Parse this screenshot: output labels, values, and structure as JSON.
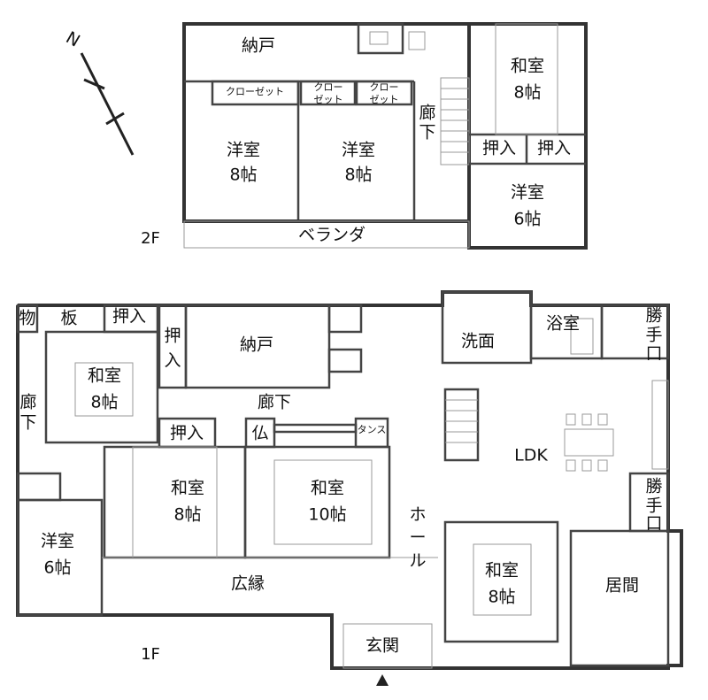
{
  "compass": {
    "label": "N"
  },
  "floor2": {
    "label": "2F",
    "rooms": {
      "nando": "納戸",
      "closet1": "クローゼット",
      "closet2": [
        "クロー",
        "ゼット"
      ],
      "closet3": [
        "クロー",
        "ゼット"
      ],
      "western1": [
        "洋室",
        "8帖"
      ],
      "western2": [
        "洋室",
        "8帖"
      ],
      "corridor": [
        "廊",
        "下"
      ],
      "japanese": [
        "和室",
        "8帖"
      ],
      "oshiire1": "押入",
      "oshiire2": "押入",
      "western3": [
        "洋室",
        "6帖"
      ],
      "veranda": "ベランダ"
    }
  },
  "floor1": {
    "label": "1F",
    "rooms": {
      "mono": "物",
      "ita": "板",
      "oshiire_top": "押入",
      "japanese_nw": [
        "和室",
        "8帖"
      ],
      "oshiire_v": [
        "押",
        "入"
      ],
      "nando": "納戸",
      "corridor_w": [
        "廊",
        "下"
      ],
      "corridor_c": "廊下",
      "oshiire_c": "押入",
      "butsudan": "仏",
      "tansu": "タンス",
      "japanese_c": [
        "和室",
        "8帖"
      ],
      "japanese_10": [
        "和室",
        "10帖"
      ],
      "western": [
        "洋室",
        "6帖"
      ],
      "hiroen": "広縁",
      "hall": [
        "ホ",
        "ー",
        "ル"
      ],
      "genkan": "玄関",
      "senmen": "洗面",
      "bath": "浴室",
      "back_door1": [
        "勝",
        "手",
        "口"
      ],
      "ldk": "LDK",
      "back_door2": [
        "勝",
        "手",
        "口"
      ],
      "japanese_se": [
        "和室",
        "8帖"
      ],
      "living": "居間"
    }
  }
}
